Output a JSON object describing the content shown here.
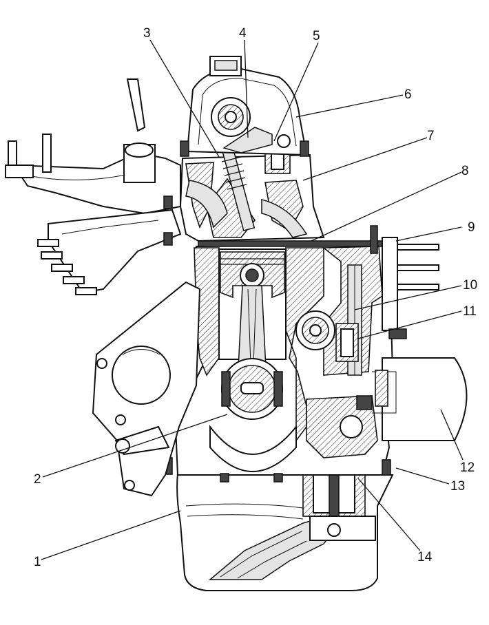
{
  "diagram": {
    "callouts": [
      {
        "id": "1",
        "label": "1"
      },
      {
        "id": "2",
        "label": "2"
      },
      {
        "id": "3",
        "label": "3"
      },
      {
        "id": "4",
        "label": "4"
      },
      {
        "id": "5",
        "label": "5"
      },
      {
        "id": "6",
        "label": "6"
      },
      {
        "id": "7",
        "label": "7"
      },
      {
        "id": "8",
        "label": "8"
      },
      {
        "id": "9",
        "label": "9"
      },
      {
        "id": "10",
        "label": "10"
      },
      {
        "id": "11",
        "label": "11"
      },
      {
        "id": "12",
        "label": "12"
      },
      {
        "id": "13",
        "label": "13"
      },
      {
        "id": "14",
        "label": "14"
      }
    ]
  },
  "colors": {
    "line": "#111111",
    "section_fill": "#e4e4e4",
    "background": "#ffffff"
  }
}
